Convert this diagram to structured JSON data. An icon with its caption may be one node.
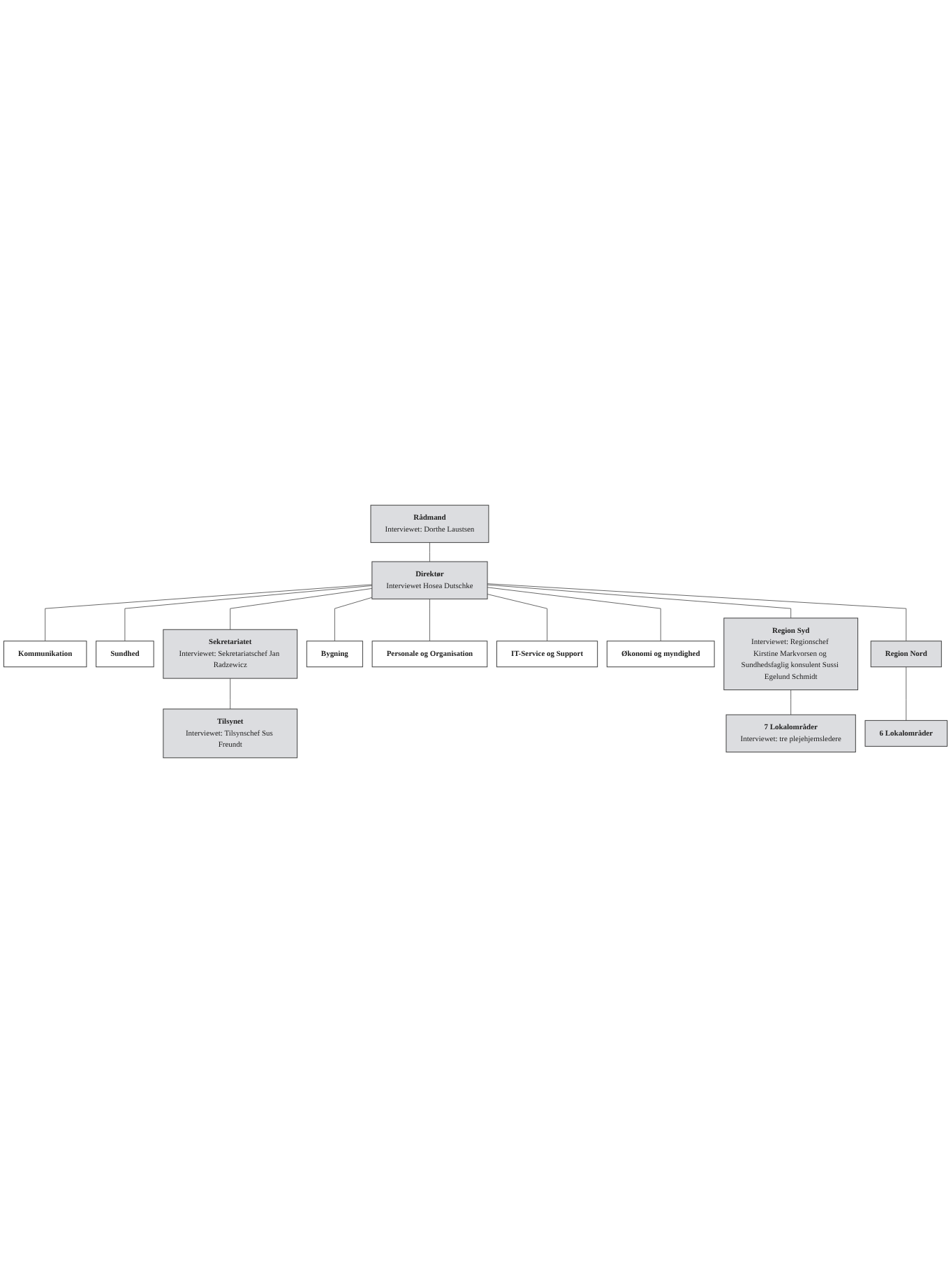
{
  "diagram": {
    "nodes": [
      {
        "text": [
          "Rådmand",
          "Interviewet: Dorthe Laustsen"
        ]
      },
      {
        "text": [
          "Kommunikation"
        ]
      },
      {
        "text": [
          "Direktør",
          "Interviewet Hosea Dutschke"
        ]
      },
      {
        "text": [
          "Sundhed"
        ]
      },
      {
        "text": [
          "Sekretariatet",
          "Interviewet: Sekretariatschef Jan Radzewicz"
        ]
      },
      {
        "text": [
          "Tilsynet",
          "Interviewet: Tilsynschef Sus Freundt"
        ]
      },
      {
        "text": [
          "Bygning"
        ]
      },
      {
        "text": [
          "Personale og Organisation"
        ]
      },
      {
        "text": [
          "IT-Service og Support"
        ]
      },
      {
        "text": [
          "Økonomi og myndighed"
        ]
      },
      {
        "text": [
          "Region Syd",
          "Interviewet: Regionschef Kirstine Markvorsen og Sundhedsfaglig konsulent Sussi Egelund Schmidt"
        ]
      },
      {
        "text": [
          "Region Nord"
        ]
      },
      {
        "text": [
          "7 Lokalområder",
          "Interviewet: tre plejehjemsledere"
        ]
      },
      {
        "text": [
          "6 Lokalområder"
        ]
      }
    ],
    "edges": [
      {
        "from": 0,
        "to": 2,
        "arrow": "none"
      },
      {
        "from": 2,
        "to": 1,
        "arrow": "none"
      },
      {
        "from": 2,
        "to": 3,
        "arrow": "none"
      },
      {
        "from": 2,
        "to": 4,
        "arrow": "none"
      },
      {
        "from": 4,
        "to": 5,
        "arrow": "none"
      },
      {
        "from": 2,
        "to": 6,
        "arrow": "none"
      },
      {
        "from": 2,
        "to": 7,
        "arrow": "none"
      },
      {
        "from": 2,
        "to": 8,
        "arrow": "none"
      },
      {
        "from": 2,
        "to": 9,
        "arrow": "none"
      },
      {
        "from": 2,
        "to": 10,
        "arrow": "none"
      },
      {
        "from": 2,
        "to": 11,
        "arrow": "none"
      },
      {
        "from": 10,
        "to": 12,
        "arrow": "none"
      },
      {
        "from": 11,
        "to": 13,
        "arrow": "none"
      }
    ]
  }
}
